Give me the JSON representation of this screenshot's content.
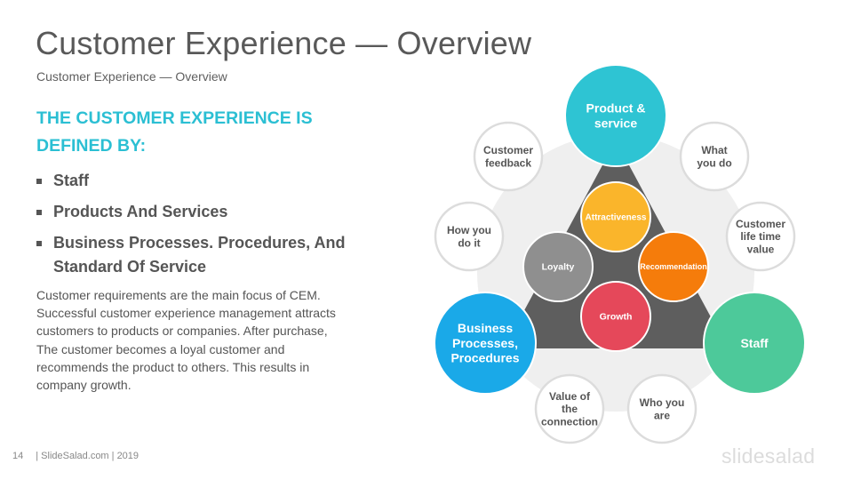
{
  "slide": {
    "title": "Customer Experience — Overview",
    "subtitle": "Customer Experience — Overview",
    "heading": "THE CUSTOMER EXPERIENCE IS DEFINED BY:",
    "bullets": [
      "Staff",
      "Products And Services",
      "Business Processes. Procedures, And Standard Of Service"
    ],
    "paragraph": "Customer requirements are the main focus of CEM. Successful customer experience management attracts customers to products or companies. After purchase, The customer becomes a loyal customer and recommends the product to others. This results in company growth."
  },
  "diagram": {
    "corners": {
      "top": "Product & service",
      "bottom_left": "Business Processes, Procedures",
      "bottom_right": "Staff"
    },
    "inner": {
      "top": "Attractiveness",
      "left": "Loyalty",
      "right": "Recommendation",
      "bottom": "Growth"
    },
    "outer": {
      "customer_feedback": "Customer feedback",
      "what_you_do": "What you do",
      "how_you_do_it": "How you do it",
      "customer_lifetime_value": "Customer life time value",
      "value_of_connection": "Value of the connection",
      "who_you_are": "Who you are"
    },
    "colors": {
      "product": "#2ec4d3",
      "business": "#1aa9e8",
      "staff": "#4dc99a",
      "attractiveness": "#fab52b",
      "loyalty": "#8f8f8f",
      "recommendation": "#f57c0b",
      "growth": "#e5485a",
      "triangle": "#5e5e5e",
      "backdrop": "#efefef"
    }
  },
  "footer": {
    "page": "14",
    "text": "| SlideSalad.com | 2019",
    "logo": "slidesalad"
  }
}
